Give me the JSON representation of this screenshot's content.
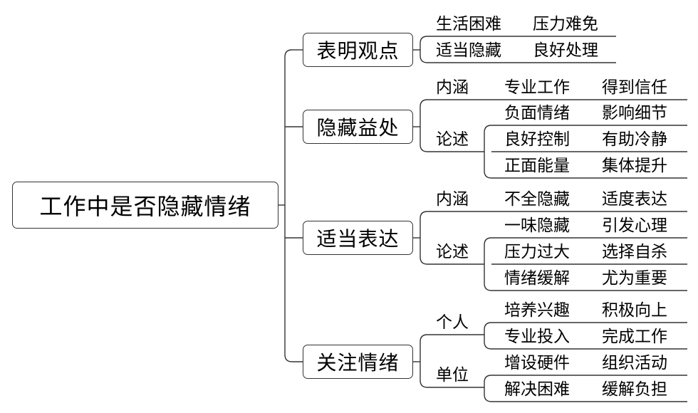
{
  "root": "工作中是否隐藏情绪",
  "branches": [
    {
      "label": "表明观点",
      "rows": [
        [
          "生活困难",
          "压力难免"
        ],
        [
          "适当隐藏",
          "良好处理"
        ]
      ]
    },
    {
      "label": "隐藏益处",
      "subs": [
        {
          "label": "内涵",
          "rows": [
            [
              "专业工作",
              "得到信任"
            ]
          ]
        },
        {
          "label": "论述",
          "rows": [
            [
              "负面情绪",
              "影响细节"
            ],
            [
              "良好控制",
              "有助冷静"
            ],
            [
              "正面能量",
              "集体提升"
            ]
          ]
        }
      ]
    },
    {
      "label": "适当表达",
      "subs": [
        {
          "label": "内涵",
          "rows": [
            [
              "不全隐藏",
              "适度表达"
            ]
          ]
        },
        {
          "label": "论述",
          "rows": [
            [
              "一味隐藏",
              "引发心理"
            ],
            [
              "压力过大",
              "选择自杀"
            ],
            [
              "情绪缓解",
              "尤为重要"
            ]
          ]
        }
      ]
    },
    {
      "label": "关注情绪",
      "subs": [
        {
          "label": "个人",
          "rows": [
            [
              "培养兴趣",
              "积极向上"
            ],
            [
              "专业投入",
              "完成工作"
            ]
          ]
        },
        {
          "label": "单位",
          "rows": [
            [
              "增设硬件",
              "组织活动"
            ],
            [
              "解决困难",
              "缓解负担"
            ]
          ]
        }
      ]
    }
  ]
}
